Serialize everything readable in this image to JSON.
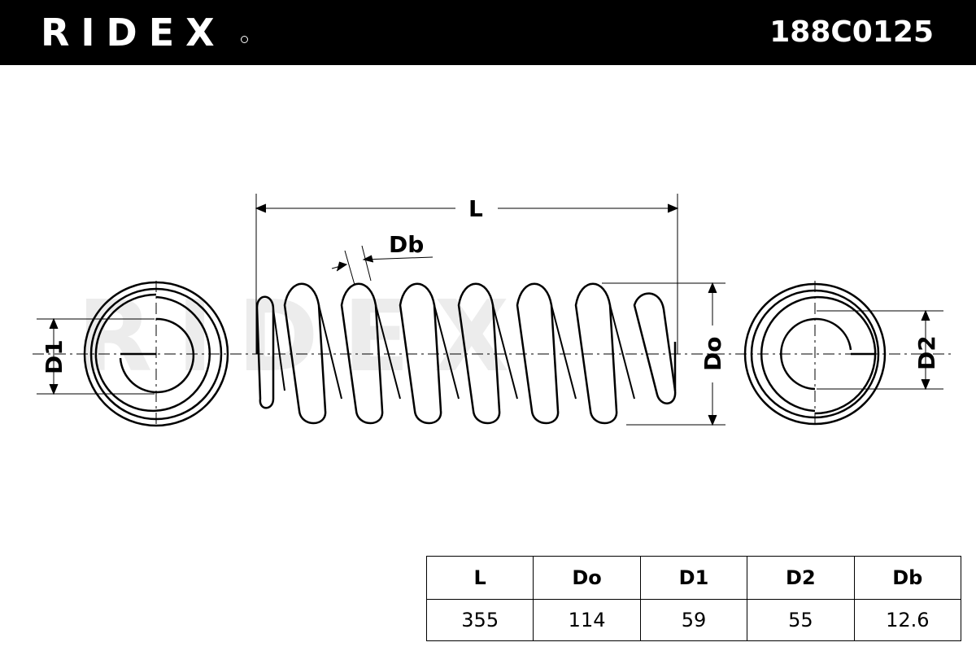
{
  "header": {
    "brand": "RIDEX",
    "part_number": "188C0125"
  },
  "drawing": {
    "watermark": "RIDEX",
    "labels": {
      "length": "L",
      "bar_diameter": "Db",
      "outer_diameter": "Do",
      "end_diameter_1": "D1",
      "end_diameter_2": "D2"
    }
  },
  "spec_table": {
    "headers": [
      "L",
      "Do",
      "D1",
      "D2",
      "Db"
    ],
    "values": [
      "355",
      "114",
      "59",
      "55",
      "12.6"
    ]
  }
}
